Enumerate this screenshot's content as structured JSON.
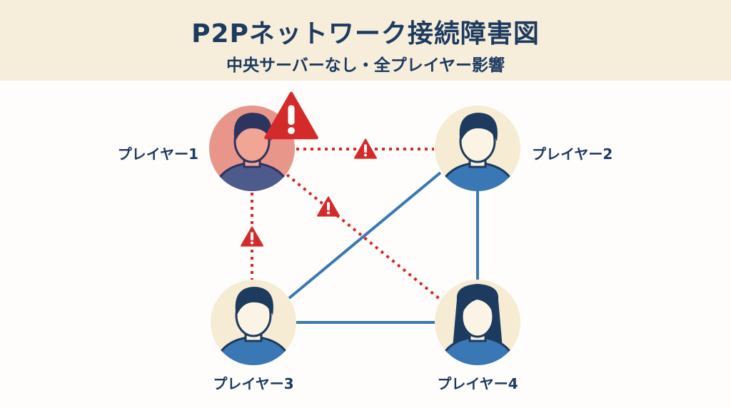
{
  "header": {
    "title": "P2Pネットワーク接続障害図",
    "subtitle": "中央サーバーなし・全プレイヤー影響"
  },
  "players": [
    {
      "label": "プレイヤー1",
      "status": "error"
    },
    {
      "label": "プレイヤー2",
      "status": "ok"
    },
    {
      "label": "プレイヤー3",
      "status": "ok"
    },
    {
      "label": "プレイヤー4",
      "status": "ok"
    }
  ],
  "connections": [
    {
      "from": 1,
      "to": 2,
      "state": "broken"
    },
    {
      "from": 1,
      "to": 3,
      "state": "broken"
    },
    {
      "from": 1,
      "to": 4,
      "state": "broken"
    },
    {
      "from": 2,
      "to": 3,
      "state": "ok"
    },
    {
      "from": 2,
      "to": 4,
      "state": "ok"
    },
    {
      "from": 3,
      "to": 4,
      "state": "ok"
    }
  ],
  "colors": {
    "navy": "#1d3a5f",
    "blue": "#3a78b5",
    "red": "#d42a2a",
    "error_bg": "#e8958a",
    "ok_bg": "#f6ecd3"
  }
}
